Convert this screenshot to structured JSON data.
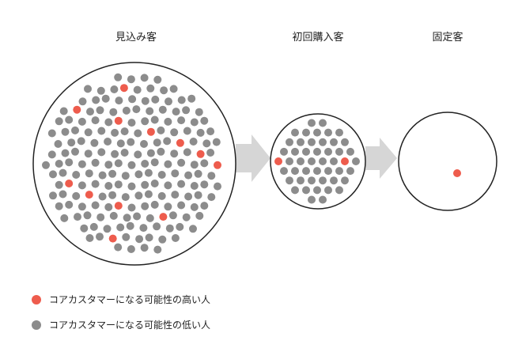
{
  "titles": {
    "prospect": "見込み客",
    "first_purchase": "初回購入客",
    "loyal": "固定客"
  },
  "legend": {
    "high": "コアカスタマーになる可能性の高い人",
    "low": "コアカスタマーになる可能性の低い人"
  },
  "colors": {
    "high": "#ee5c4d",
    "low": "#8c8c8c",
    "arrow": "#d6d6d6",
    "circle_stroke": "#222222"
  },
  "groups": {
    "prospect": {
      "high_count": 12,
      "low_count": 200
    },
    "first_purchase": {
      "high_count": 2,
      "low_count": 50
    },
    "loyal": {
      "high_count": 1,
      "low_count": 0
    }
  }
}
